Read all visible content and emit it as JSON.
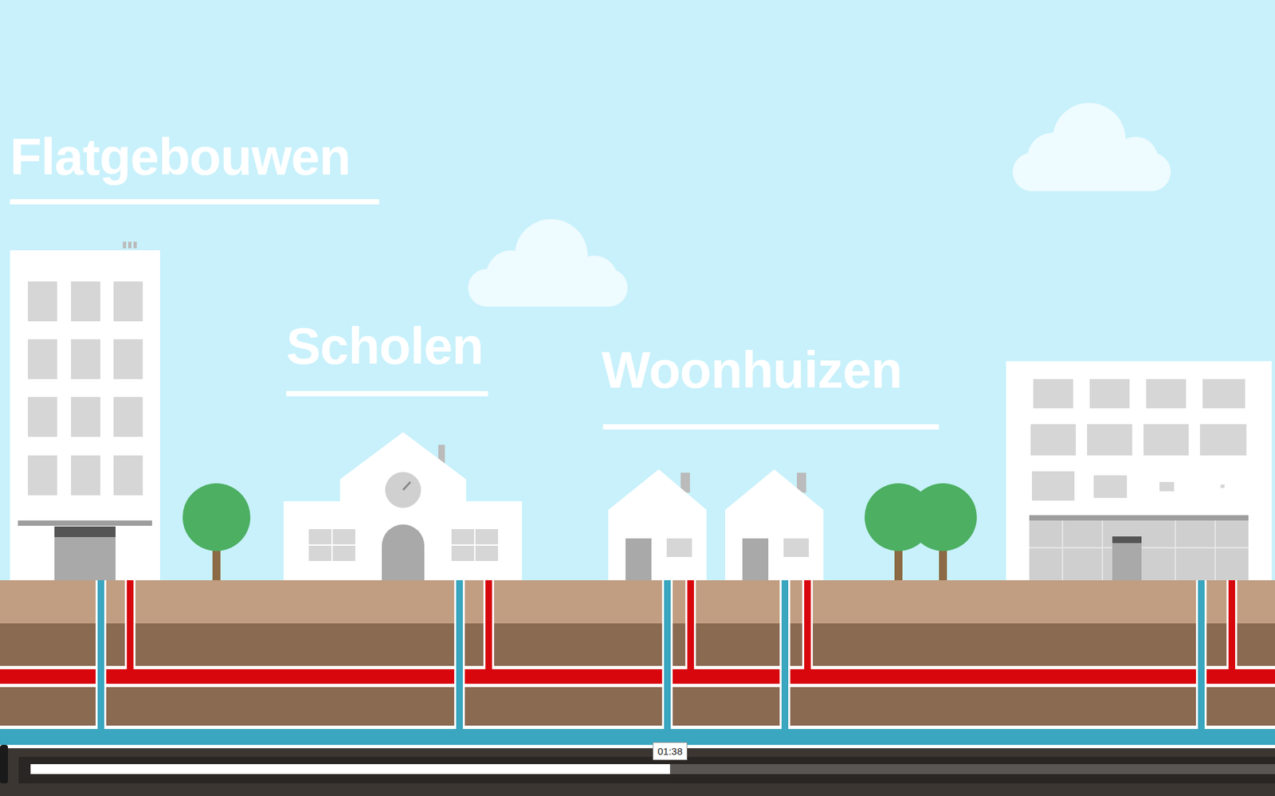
{
  "diagram": {
    "labels": [
      "Flatgebouwen",
      "Scholen",
      "Woonhuizen",
      "01:38"
    ]
  }
}
